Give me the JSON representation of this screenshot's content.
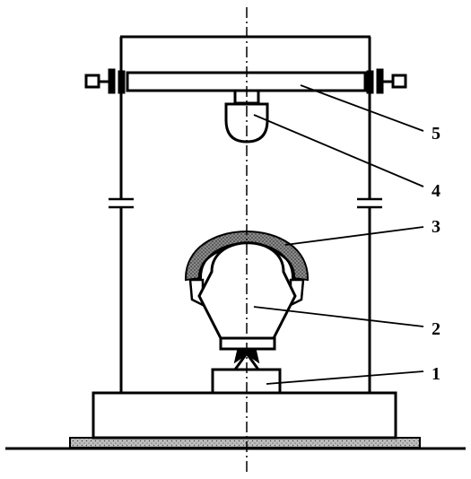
{
  "diagram": {
    "type": "technical-line-drawing",
    "colors": {
      "ink": "#000000",
      "paper": "#ffffff",
      "stipple": "#555555"
    },
    "callouts": [
      {
        "id": "1",
        "number": "1"
      },
      {
        "id": "2",
        "number": "2"
      },
      {
        "id": "3",
        "number": "3"
      },
      {
        "id": "4",
        "number": "4"
      },
      {
        "id": "5",
        "number": "5"
      }
    ]
  }
}
